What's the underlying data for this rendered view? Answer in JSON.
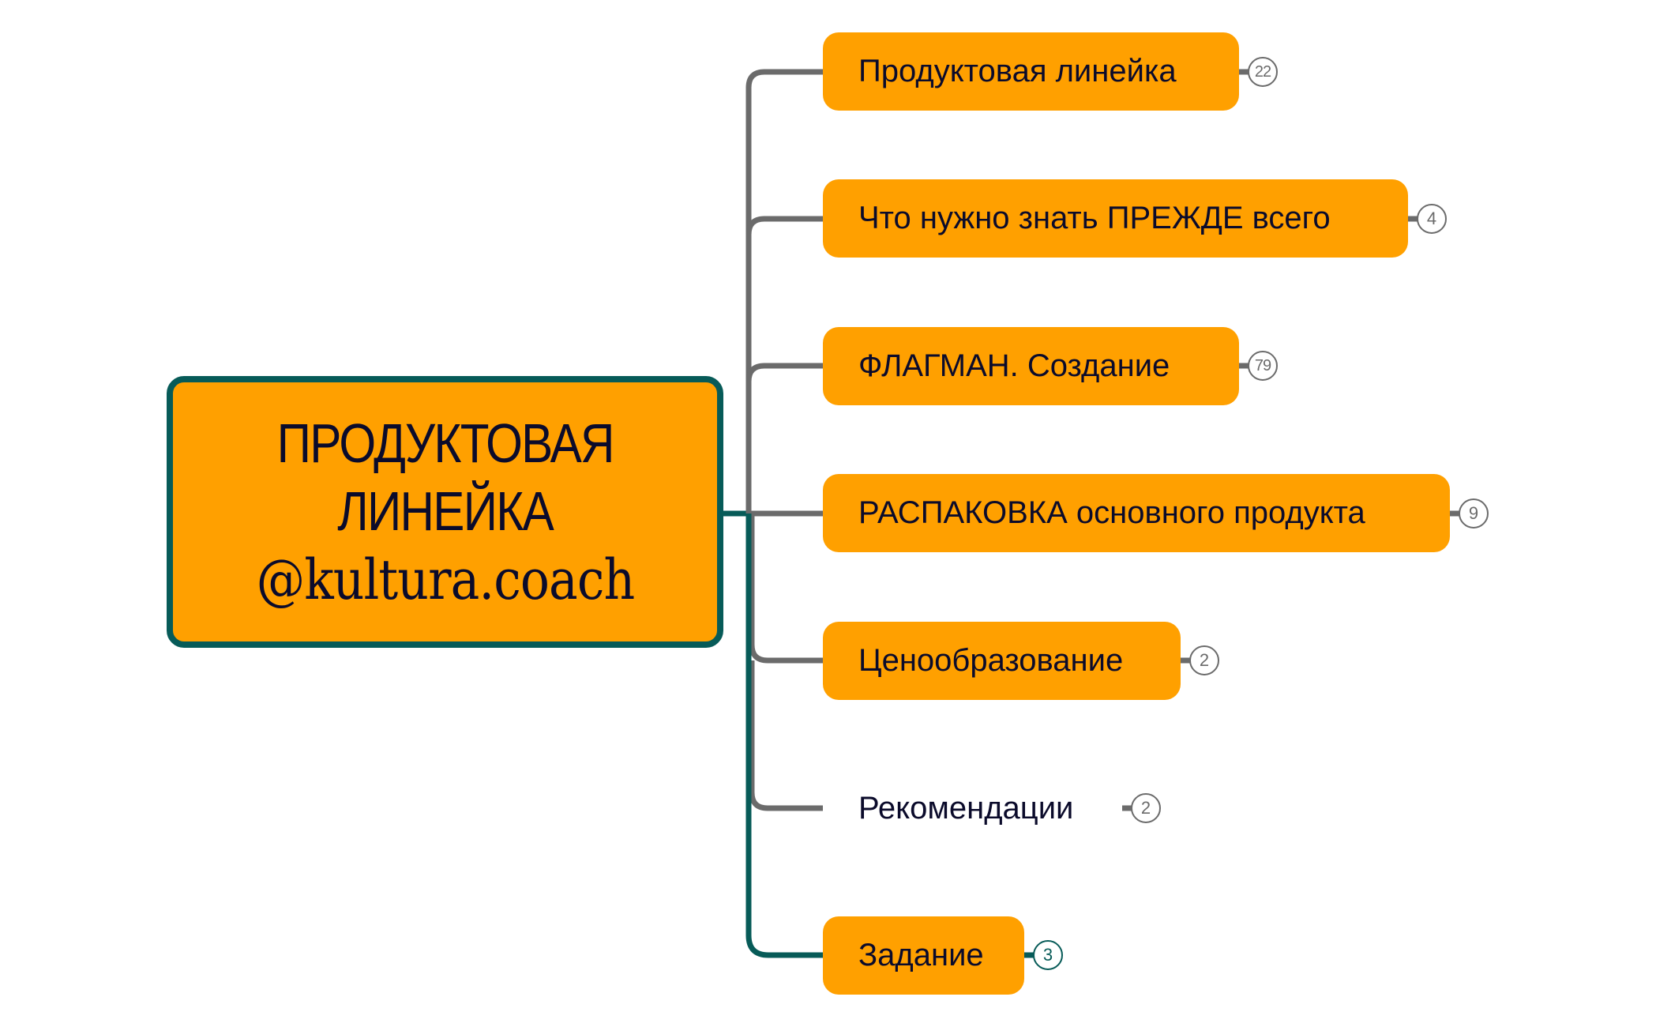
{
  "colors": {
    "topic_fill": "#ffa000",
    "root_border": "#075b58",
    "connector_gray": "#6b6b6b",
    "connector_teal": "#075b58",
    "text": "#0b0b2b"
  },
  "root": {
    "line1": "ПРОДУКТОВАЯ",
    "line2": "ЛИНЕЙКА",
    "line3": "@kultura.coach"
  },
  "topics": [
    {
      "label": "Продуктовая линейка",
      "count": "22",
      "style": "filled"
    },
    {
      "label": "Что нужно знать ПРЕЖДЕ всего",
      "count": "4",
      "style": "filled"
    },
    {
      "label": "ФЛАГМАН. Создание",
      "count": "79",
      "style": "filled"
    },
    {
      "label": "РАСПАКОВКА основного продукта",
      "count": "9",
      "style": "filled"
    },
    {
      "label": "Ценообразование",
      "count": "2",
      "style": "filled"
    },
    {
      "label": "Рекомендации",
      "count": "2",
      "style": "plain"
    },
    {
      "label": "Задание",
      "count": "3",
      "style": "filled-selected"
    }
  ]
}
